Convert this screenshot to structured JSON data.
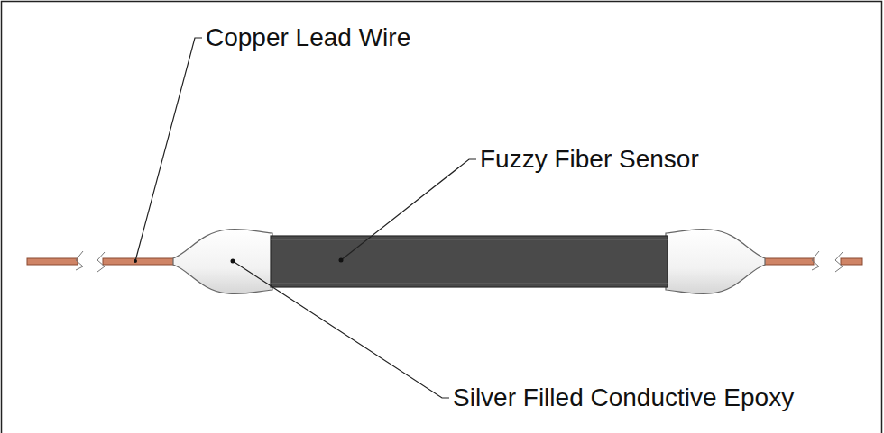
{
  "diagram": {
    "labels": [
      "Copper Lead Wire",
      "Fuzzy Fiber Sensor",
      "Silver Filled Conductive Epoxy"
    ]
  }
}
